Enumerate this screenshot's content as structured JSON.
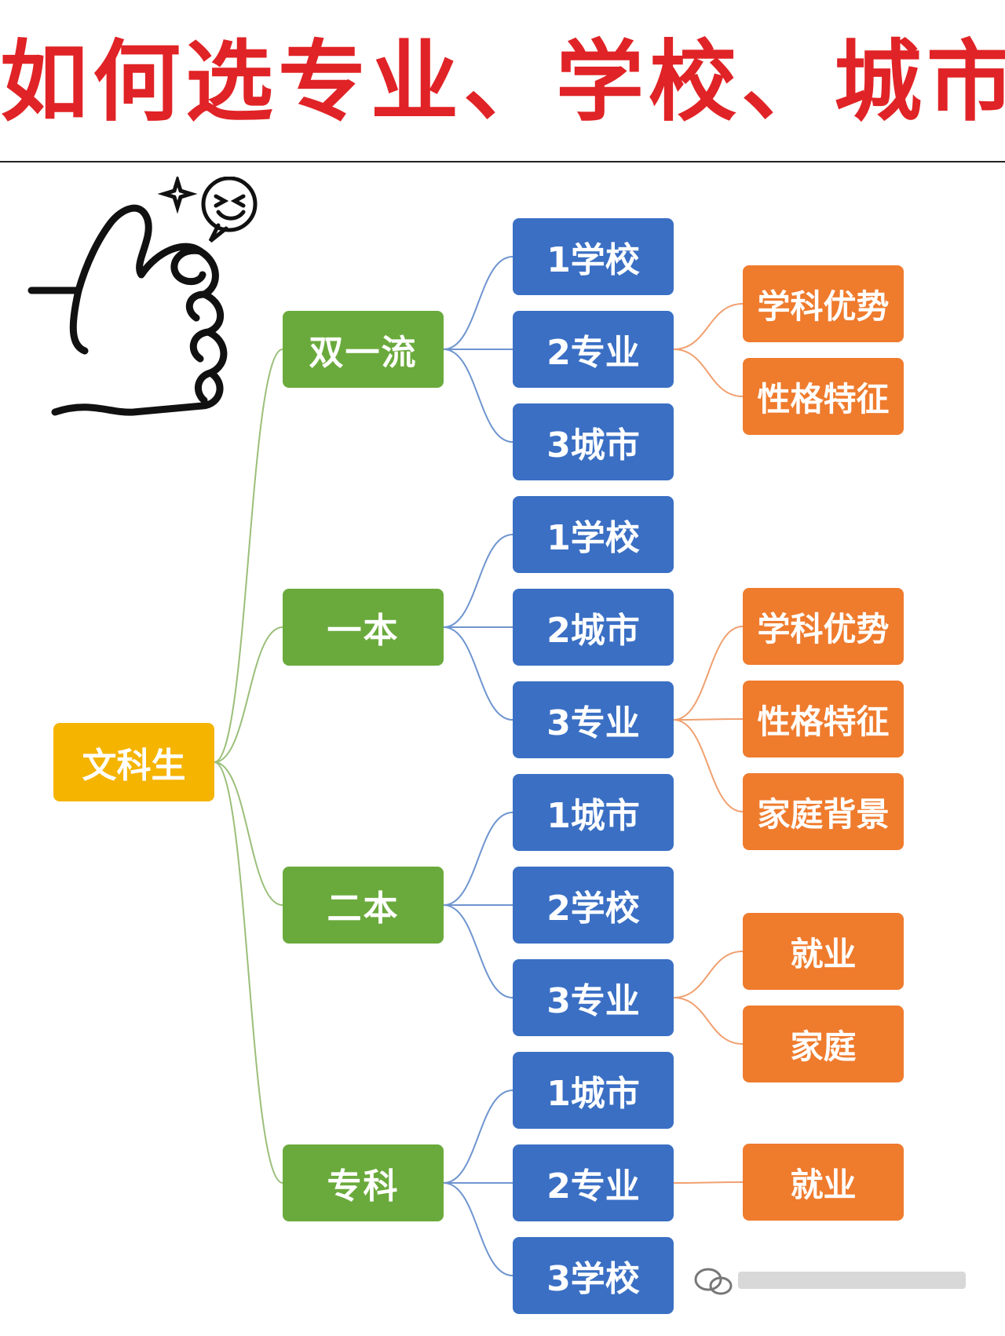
{
  "title": "如何选专业、学校、城市",
  "icon": "thumbs-up-icon",
  "colors": {
    "title": "#e02326",
    "root": "#f5b400",
    "level1": "#6aaa3c",
    "level2": "#3a6fc4",
    "level3": "#ef7b2d"
  },
  "root": "文科生",
  "branches": [
    {
      "label": "双一流",
      "children": [
        {
          "label": "1学校",
          "children": []
        },
        {
          "label": "2专业",
          "children": [
            "学科优势",
            "性格特征"
          ]
        },
        {
          "label": "3城市",
          "children": []
        }
      ]
    },
    {
      "label": "一本",
      "children": [
        {
          "label": "1学校",
          "children": []
        },
        {
          "label": "2城市",
          "children": []
        },
        {
          "label": "3专业",
          "children": [
            "学科优势",
            "性格特征",
            "家庭背景"
          ]
        }
      ]
    },
    {
      "label": "二本",
      "children": [
        {
          "label": "1城市",
          "children": []
        },
        {
          "label": "2学校",
          "children": []
        },
        {
          "label": "3专业",
          "children": [
            "就业",
            "家庭"
          ]
        }
      ]
    },
    {
      "label": "专科",
      "children": [
        {
          "label": "1城市",
          "children": []
        },
        {
          "label": "2专业",
          "children": [
            "就业"
          ]
        },
        {
          "label": "3学校",
          "children": []
        }
      ]
    }
  ]
}
